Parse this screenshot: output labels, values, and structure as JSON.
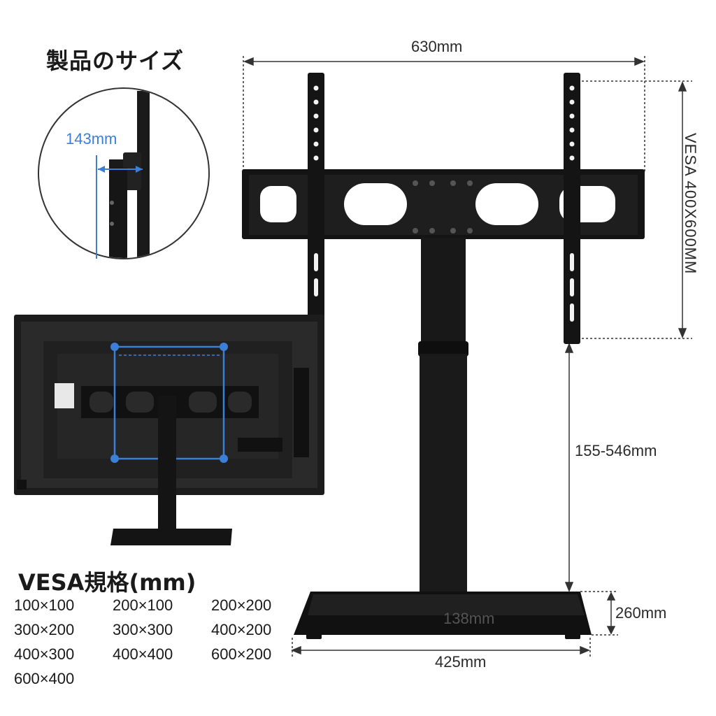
{
  "title": "製品のサイズ",
  "dimensions": {
    "width_top": "630mm",
    "vesa_vertical": "VESA 400X600MM",
    "height_range": "155-546mm",
    "base_height": "260mm",
    "column_inner": "138mm",
    "base_width": "425mm",
    "detail_gap": "143mm"
  },
  "vesa": {
    "title": "VESA規格(mm)",
    "sizes": [
      "100×100",
      "200×100",
      "200×200",
      "300×200",
      "300×300",
      "400×200",
      "400×300",
      "400×400",
      "600×200",
      "600×400"
    ]
  },
  "colors": {
    "accent_blue": "#3b7fd6",
    "metal_black": "#141414"
  }
}
